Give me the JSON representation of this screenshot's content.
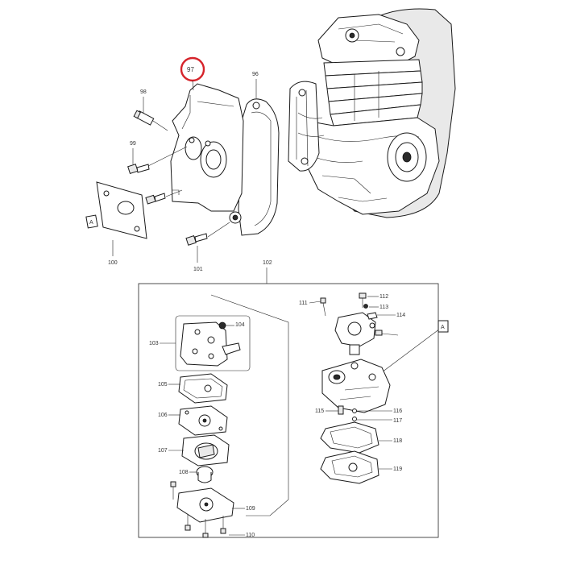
{
  "highlight_color": "#d6242b",
  "highlighted_part": "97",
  "callouts": {
    "p96": "96",
    "p97": "97",
    "p98": "98",
    "p99": "99",
    "p100": "100",
    "p101": "101",
    "p102": "102",
    "p103": "103",
    "p104": "104",
    "p105": "105",
    "p106": "106",
    "p107": "107",
    "p108": "108",
    "p109": "109",
    "p110": "110",
    "p111": "111",
    "p112": "112",
    "p113": "113",
    "p114": "114",
    "p115": "115",
    "p116": "116",
    "p117": "117",
    "p118": "118",
    "p119": "119"
  },
  "markers": {
    "a_left": "A",
    "a_right": "A"
  }
}
